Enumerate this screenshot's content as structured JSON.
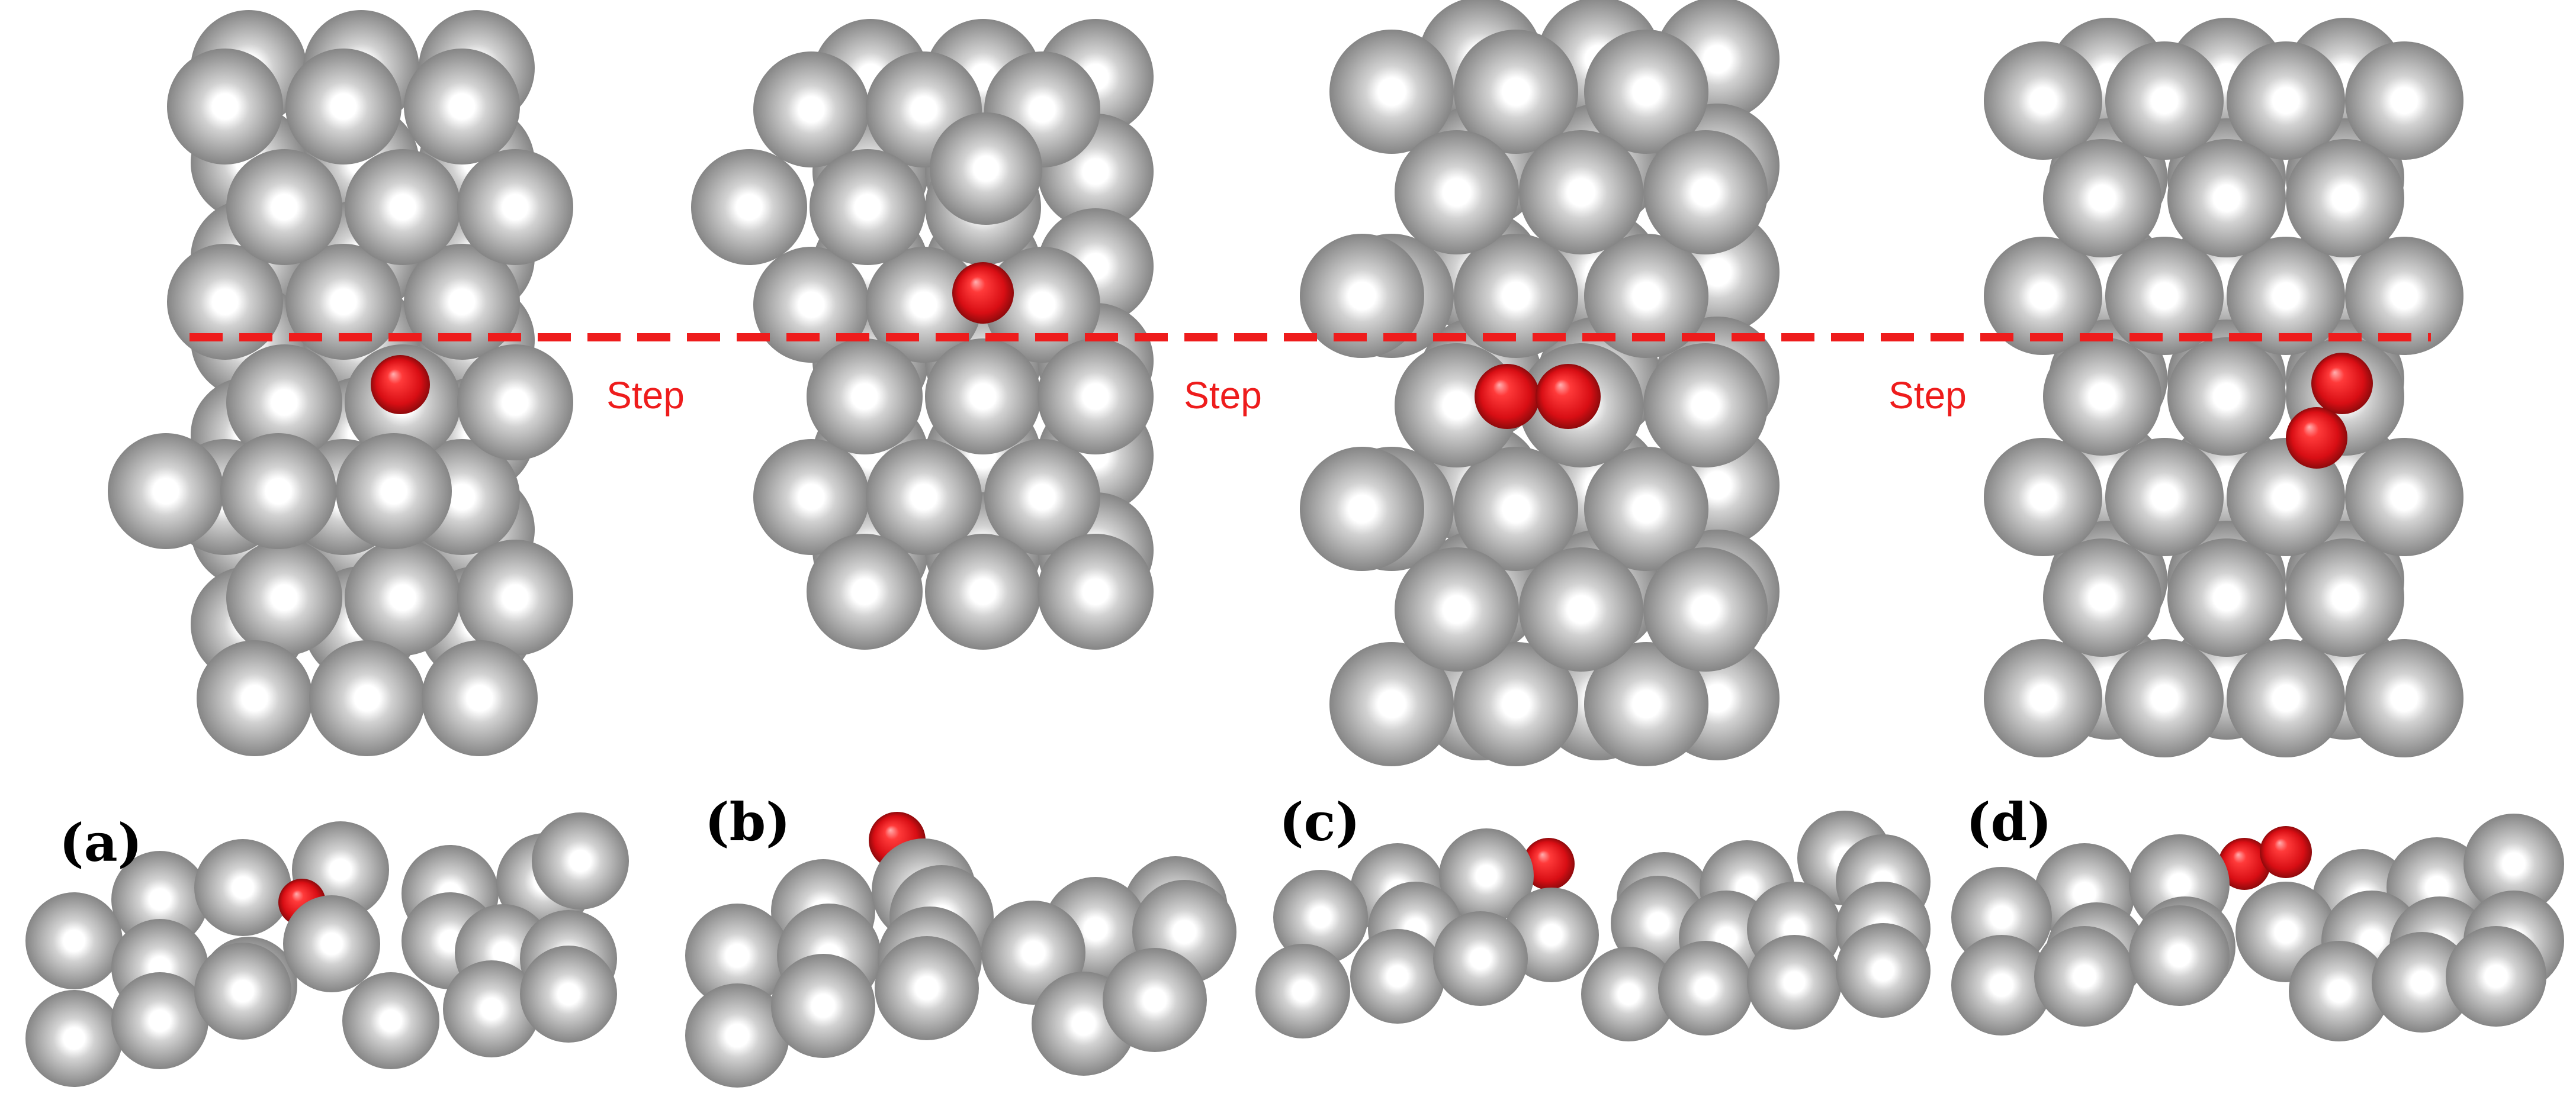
{
  "colors": {
    "surface_atom": "#9a9a9a",
    "adsorbate_atom": "#e0141a",
    "step_line": "#ee1c1c",
    "step_label": "#ee1c1c",
    "background": "#ffffff"
  },
  "step_line": {
    "style": "dashed"
  },
  "step_labels": [
    "Step",
    "Step",
    "Step"
  ],
  "panels": [
    {
      "label": "(a)",
      "adsorbate_atoms": 1,
      "description_hidden": ""
    },
    {
      "label": "(b)",
      "adsorbate_atoms": 1
    },
    {
      "label": "(c)",
      "adsorbate_atoms": 2
    },
    {
      "label": "(d)",
      "adsorbate_atoms": 2
    }
  ]
}
